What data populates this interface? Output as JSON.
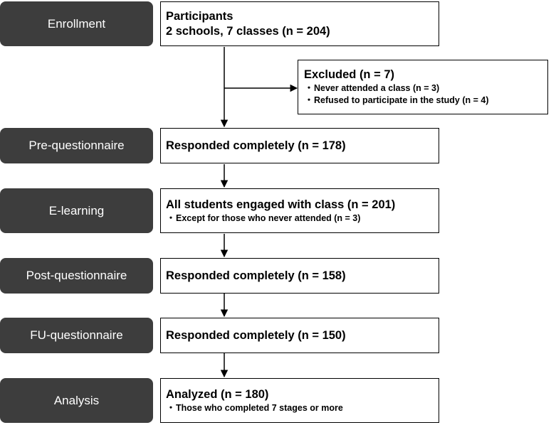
{
  "stages": {
    "enrollment": "Enrollment",
    "pre": "Pre-questionnaire",
    "elearning": "E-learning",
    "post": "Post-questionnaire",
    "fu": "FU-questionnaire",
    "analysis": "Analysis"
  },
  "boxes": {
    "participants": {
      "line1": "Participants",
      "line2": "2 schools, 7 classes (n = 204)"
    },
    "excluded": {
      "title": "Excluded (n = 7)",
      "items": [
        "Never attended a class  (n = 3)",
        "Refused to participate in the study (n = 4)"
      ]
    },
    "pre": {
      "text": "Responded completely (n = 178)"
    },
    "elearning": {
      "text": "All students engaged with class  (n = 201)",
      "note": "Except for those who never attended (n = 3)"
    },
    "post": {
      "text": "Responded completely (n = 158)"
    },
    "fu": {
      "text": "Responded completely (n = 150)"
    },
    "analysis": {
      "text": "Analyzed (n = 180)",
      "note": "Those who completed 7 stages or more"
    }
  },
  "bullet_glyph": "・"
}
